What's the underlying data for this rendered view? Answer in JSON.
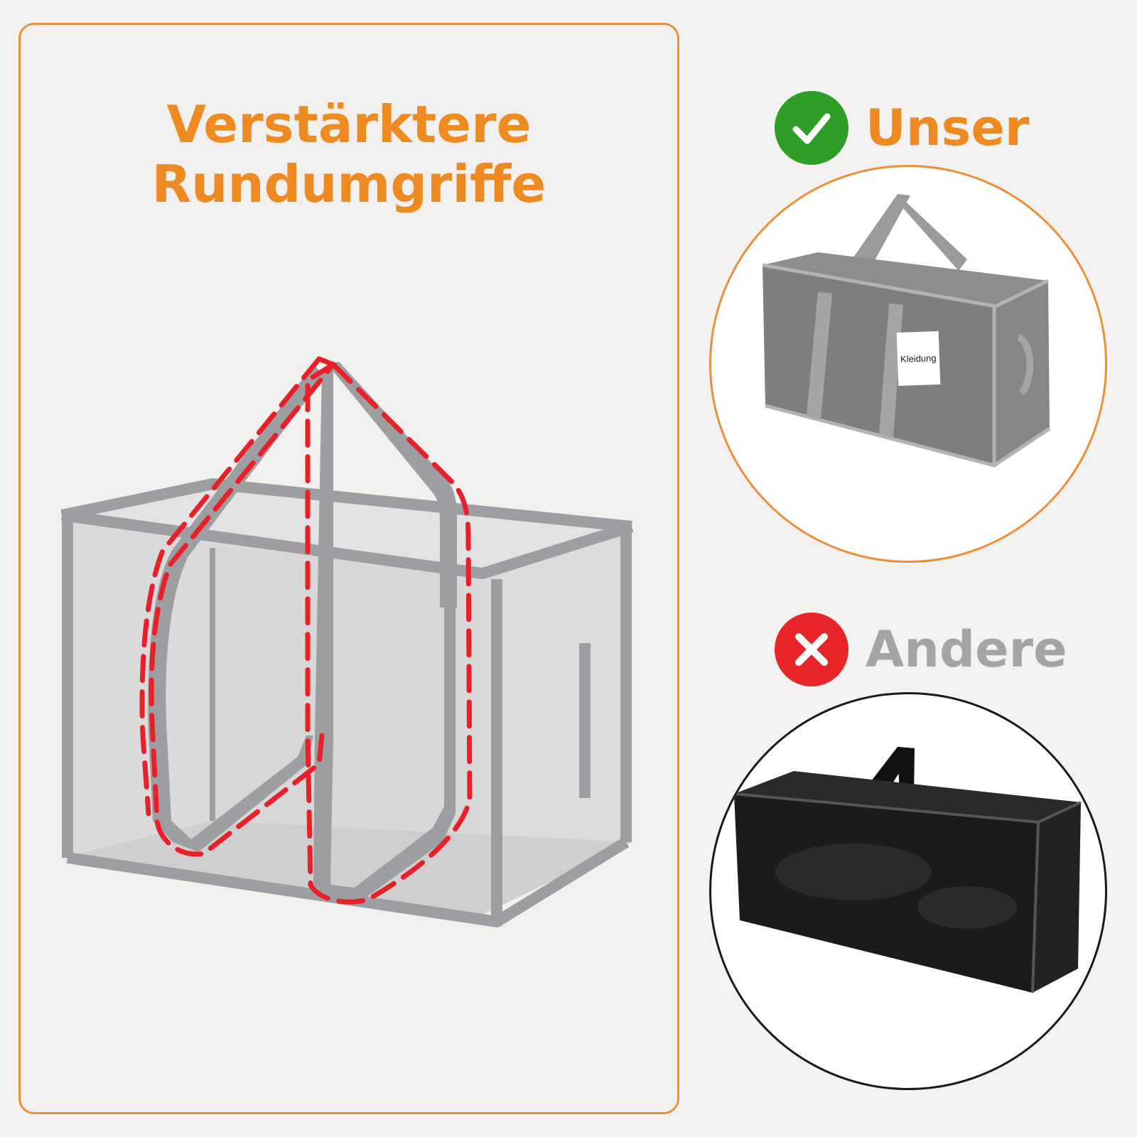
{
  "comparison_title": {
    "line1": "Verstärktere",
    "line2": "Rundumgriffe"
  },
  "ours": {
    "heading": "Unser",
    "badge_icon": "check-icon",
    "badge_color": "#2e9e27",
    "tag_text": "Kleidung"
  },
  "others": {
    "heading": "Andere",
    "badge_icon": "x-icon",
    "badge_color": "#e8252b"
  },
  "colors": {
    "accent": "#ee8a22",
    "highlight": "#e8202a",
    "strap_gray": "#9c9ea1"
  }
}
